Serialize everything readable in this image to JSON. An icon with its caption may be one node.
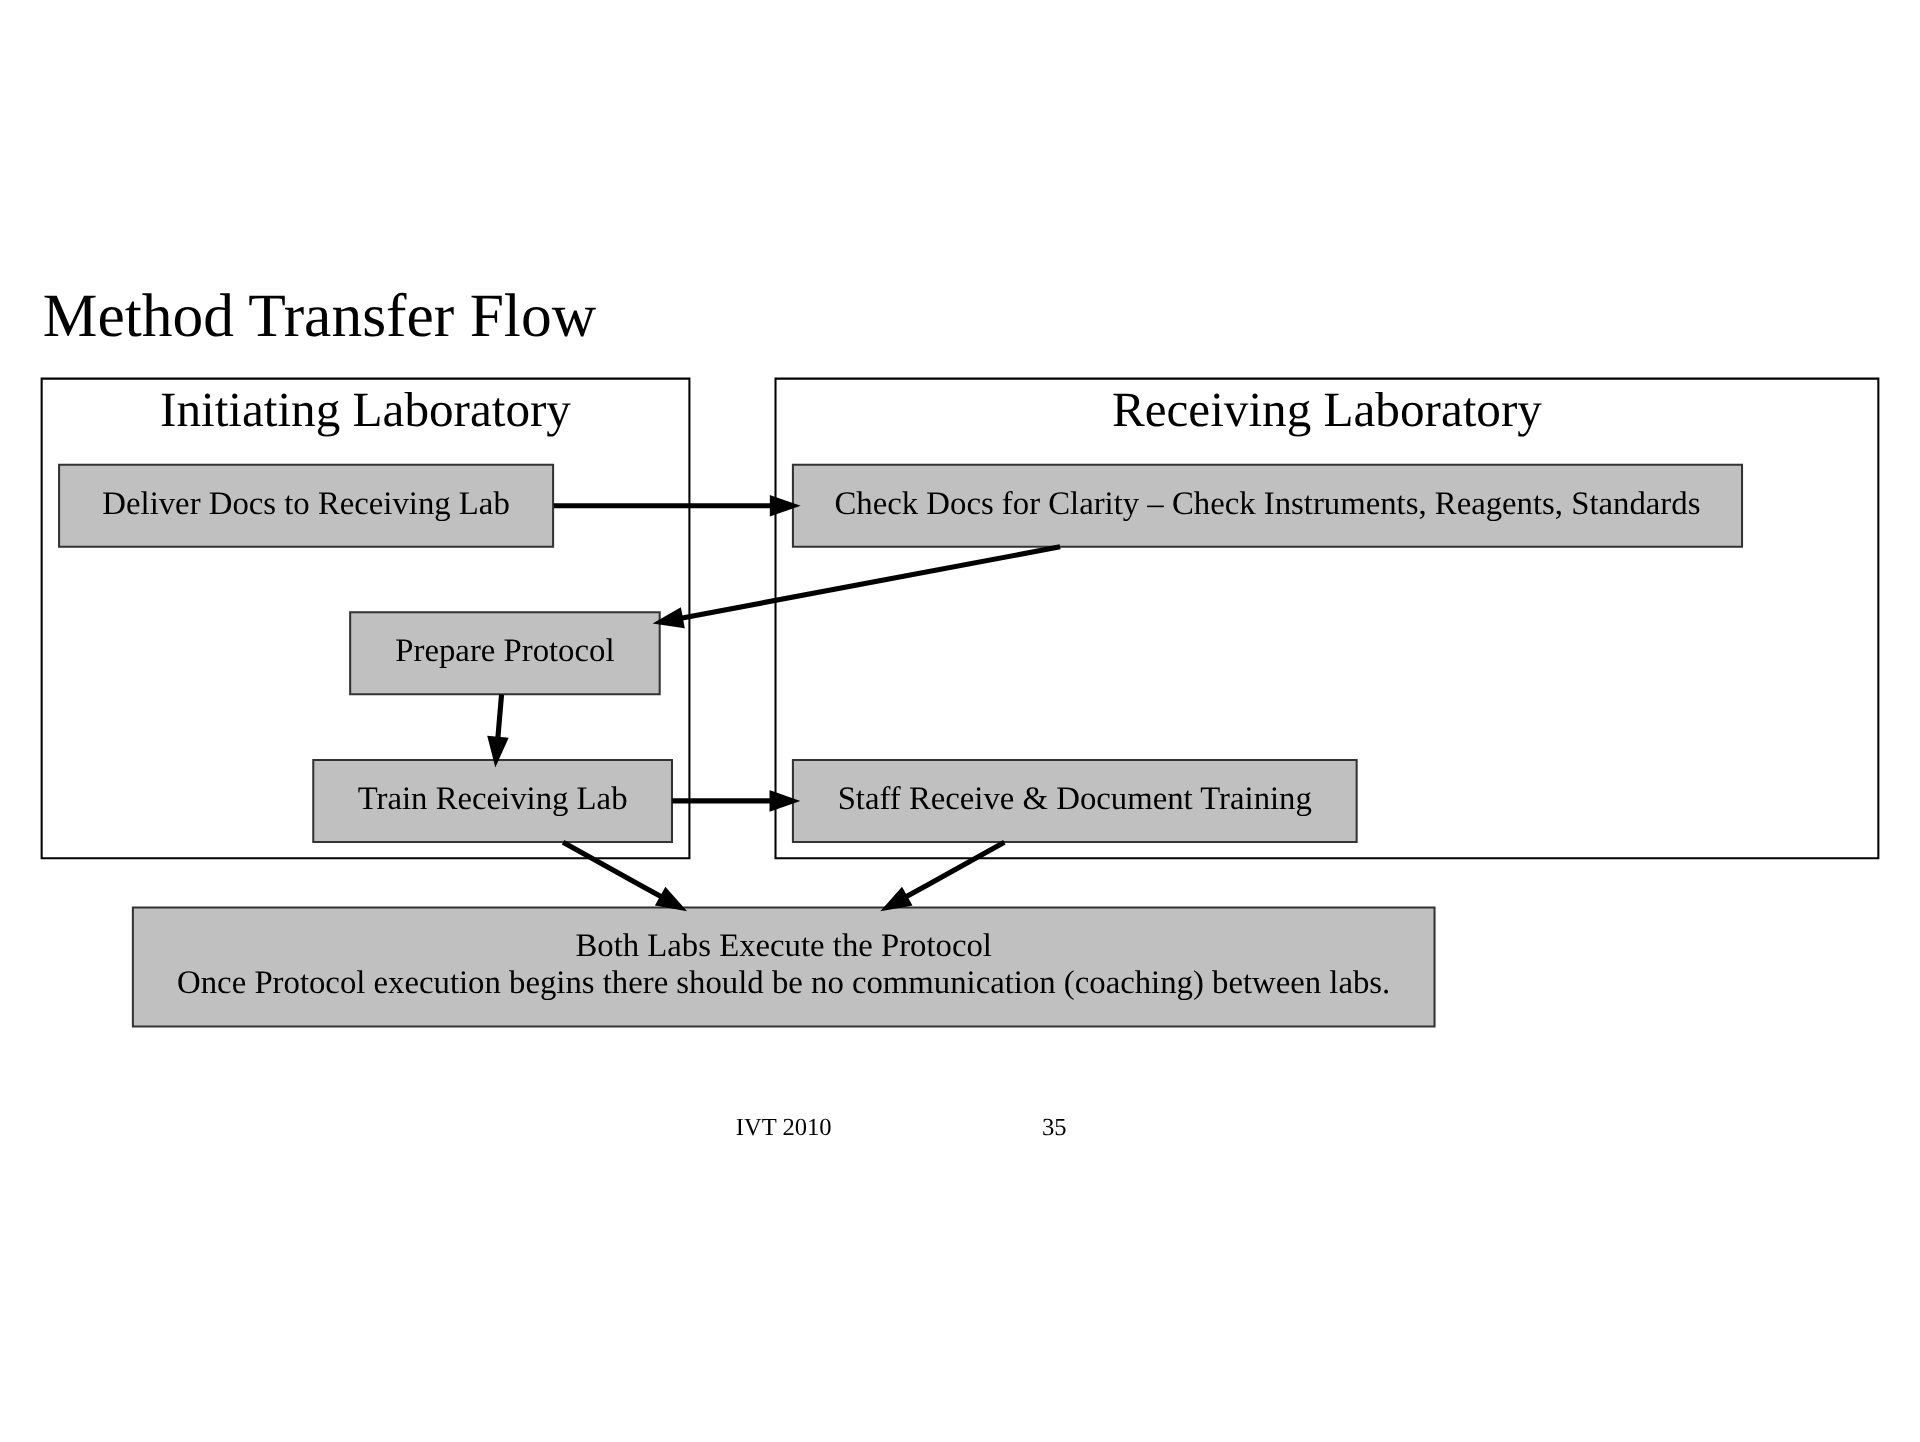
{
  "diagram": {
    "title": "Method Transfer Flow",
    "nodes": [
      {
        "text": [
          "Initiating Laboratory"
        ]
      },
      {
        "text": [
          "Receiving Laboratory"
        ]
      },
      {
        "text": [
          "Deliver Docs to Receiving Lab"
        ],
        "in": 0
      },
      {
        "text": [
          "Check Docs for Clarity – Check Instruments, Reagents, Standards"
        ],
        "in": 1
      },
      {
        "text": [
          "Prepare Protocol"
        ],
        "in": 0
      },
      {
        "text": [
          "Train Receiving Lab"
        ],
        "in": 0
      },
      {
        "text": [
          "Staff Receive & Document Training"
        ],
        "in": 1
      },
      {
        "text": [
          "Both Labs Execute the Protocol",
          "Once Protocol execution begins there should be no communication (coaching) between labs."
        ]
      }
    ],
    "edges": [
      {
        "from": 2,
        "to": 3,
        "arrow": "to"
      },
      {
        "from": 3,
        "to": 4,
        "arrow": "to"
      },
      {
        "from": 4,
        "to": 5,
        "arrow": "to"
      },
      {
        "from": 5,
        "to": 6,
        "arrow": "to"
      },
      {
        "from": 5,
        "to": 7,
        "arrow": "to"
      },
      {
        "from": 6,
        "to": 7,
        "arrow": "to"
      }
    ],
    "labels": [
      "IVT 2010",
      "35"
    ]
  }
}
